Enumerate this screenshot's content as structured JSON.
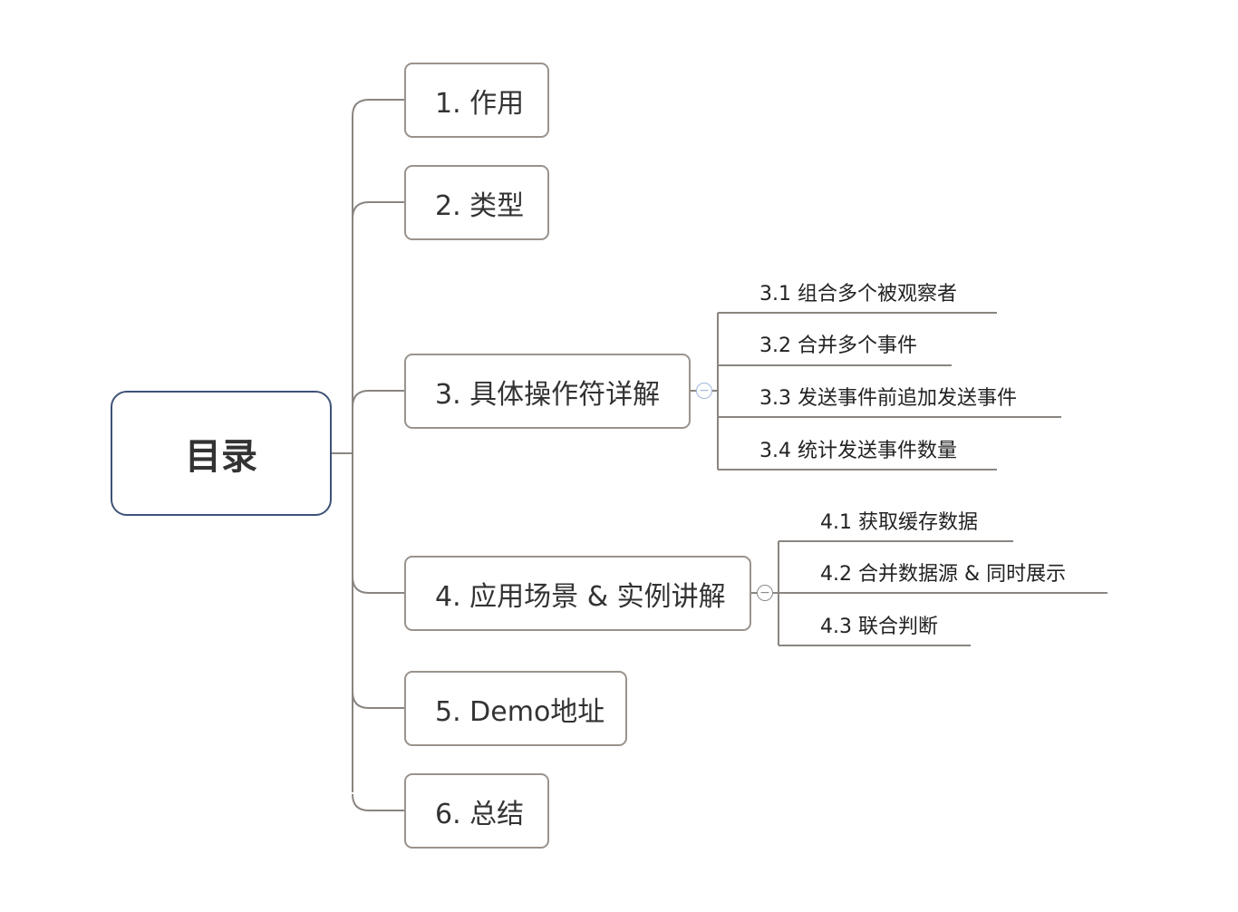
{
  "root": {
    "label": "目录"
  },
  "branches": [
    {
      "label": "1. 作用"
    },
    {
      "label": "2. 类型"
    },
    {
      "label": "3. 具体操作符详解",
      "collapse_symbol": "−",
      "children": [
        {
          "label": "3.1  组合多个被观察者"
        },
        {
          "label": "3.2  合并多个事件"
        },
        {
          "label": "3.3  发送事件前追加发送事件"
        },
        {
          "label": "3.4  统计发送事件数量"
        }
      ]
    },
    {
      "label": "4. 应用场景 & 实例讲解",
      "collapse_symbol": "−",
      "children": [
        {
          "label": "4.1  获取缓存数据"
        },
        {
          "label": "4.2  合并数据源 & 同时展示"
        },
        {
          "label": "4.3  联合判断"
        }
      ]
    },
    {
      "label": "5. Demo地址"
    },
    {
      "label": "6. 总结"
    }
  ],
  "colors": {
    "root_border": "#3f5277",
    "branch_border": "#9a938d",
    "line": "#8a8580",
    "collapse_active": "#9fb6db"
  }
}
